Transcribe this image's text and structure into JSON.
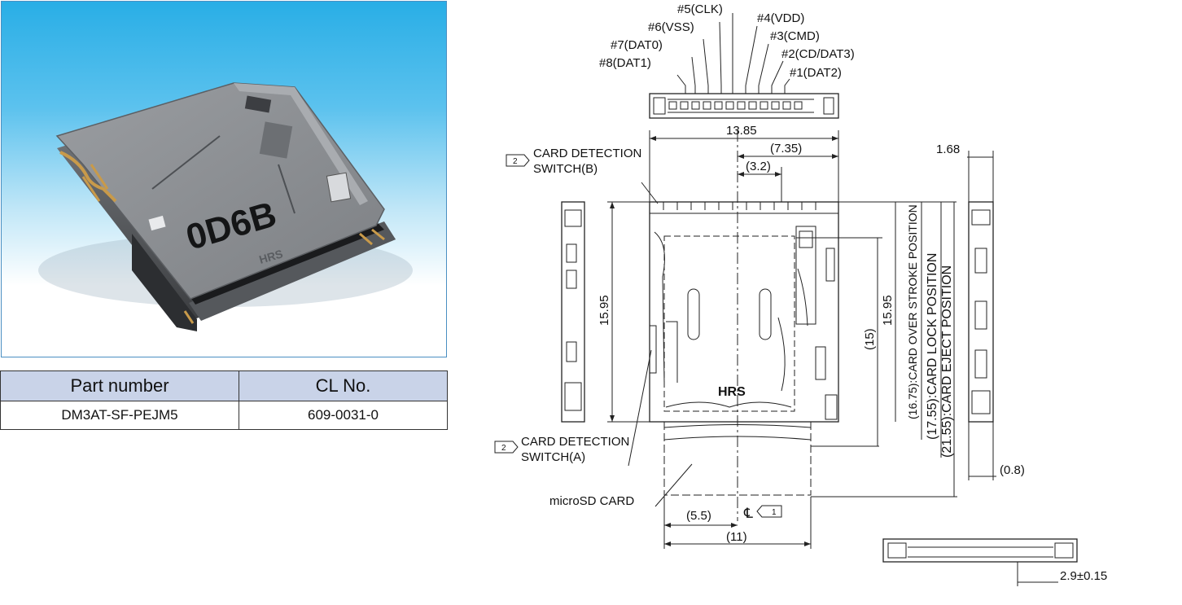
{
  "photo": {
    "part_marking": "0D6B",
    "maker_mark": "HRS"
  },
  "parts_table": {
    "headers": [
      "Part number",
      "CL No."
    ],
    "rows": [
      [
        "DM3AT-SF-PEJM5",
        "609-0031-0"
      ]
    ]
  },
  "drawing": {
    "pins": [
      "#5(CLK)",
      "#6(VSS)",
      "#4(VDD)",
      "#7(DAT0)",
      "#3(CMD)",
      "#2(CD/DAT3)",
      "#8(DAT1)",
      "#1(DAT2)"
    ],
    "dimensions": {
      "width": "13.85",
      "half_to_cl": "(7.35)",
      "pitch": "(3.2)",
      "right_view_width": "1.68",
      "height": "15.95",
      "height_inner": "15.95",
      "inner_15": "(15)",
      "over_stroke": "(16.75):CARD OVER STROKE POSITION",
      "lock": "(17.55):CARD LOCK POSITION",
      "eject": "(21.55):CARD EJECT POSITION",
      "offset_08": "(0.8)",
      "card_half": "(5.5)",
      "card_width": "(11)",
      "height_side": "2.9±0.15"
    },
    "notes": {
      "switch_b_line1": "CARD DETECTION",
      "switch_b_line2": "SWITCH(B)",
      "switch_b_tag": "2",
      "switch_a_line1": "CARD DETECTION",
      "switch_a_line2": "SWITCH(A)",
      "switch_a_tag": "2",
      "card_label": "microSD CARD",
      "centerline_symbol": "℄",
      "centerline_tag": "1",
      "body_logo": "HRS"
    }
  }
}
